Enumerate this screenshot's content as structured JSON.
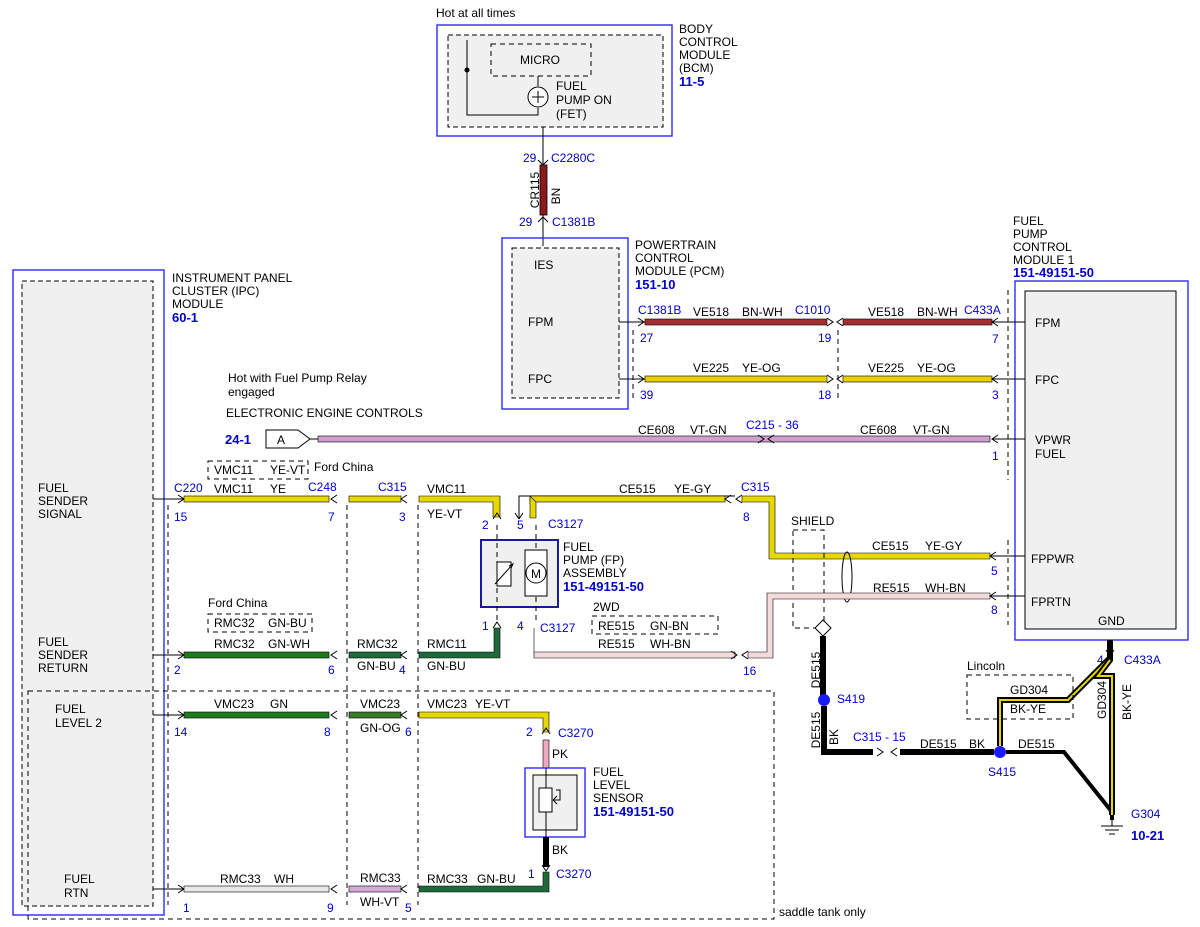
{
  "colors": {
    "BN": "#8b1a1a",
    "BN-WH": "#a03030",
    "YE": "#e6d800",
    "YE-OG": "#e8d000",
    "VT-GN": "#b77bb7",
    "GN": "#1f7a1f",
    "GN-BU": "#1f6a3a",
    "WH": "#d0d0d0",
    "WH-VT": "#d8a8d8",
    "PK": "#f0a8c0",
    "BK": "#000000",
    "BK-YE": "#000000",
    "RE-WH": "#d06060",
    "accent": "#0000cc"
  },
  "top": {
    "hot_label": "Hot at all times"
  },
  "bcm": {
    "title": [
      "BODY",
      "CONTROL",
      "MODULE",
      "(BCM)"
    ],
    "ref": "11-5",
    "micro": "MICRO",
    "fet": [
      "FUEL",
      "PUMP ON",
      "(FET)"
    ]
  },
  "cr115": {
    "top_pin": "29",
    "top_conn": "C2280C",
    "circuit": "CR115",
    "color": "BN",
    "bot_pin": "29",
    "bot_conn": "C1381B"
  },
  "pcm": {
    "title": [
      "POWERTRAIN",
      "CONTROL",
      "MODULE (PCM)"
    ],
    "ref": "151-10",
    "ies": "IES",
    "fpm": "FPM",
    "fpc": "FPC"
  },
  "fpcm": {
    "title": [
      "FUEL",
      "PUMP",
      "CONTROL",
      "MODULE 1"
    ],
    "ref": "151-49151-50",
    "fpm": "FPM",
    "fpc": "FPC",
    "vpwr": [
      "VPWR",
      "FUEL"
    ],
    "fppwr": "FPPWR",
    "fprtn": "FPRTN",
    "gnd": "GND"
  },
  "ipc": {
    "title": [
      "INSTRUMENT PANEL",
      "CLUSTER (IPC)",
      "MODULE"
    ],
    "ref": "60-1",
    "sender_signal": [
      "FUEL",
      "SENDER",
      "SIGNAL"
    ],
    "sender_return": [
      "FUEL",
      "SENDER",
      "RETURN"
    ],
    "level2": [
      "FUEL",
      "LEVEL 2"
    ],
    "rtn": [
      "FUEL",
      "RTN"
    ]
  },
  "wires": {
    "fpm_left": {
      "conn": "C1381B",
      "pin": "27",
      "circuit": "VE518",
      "color": "BN-WH"
    },
    "fpm_mid": {
      "conn": "C1010",
      "pin": "19"
    },
    "fpm_right": {
      "circuit": "VE518",
      "color": "BN-WH",
      "conn": "C433A",
      "pin": "7"
    },
    "fpc_left": {
      "pin": "39",
      "circuit": "VE225",
      "color": "YE-OG"
    },
    "fpc_mid": {
      "pin": "18"
    },
    "fpc_right": {
      "circuit": "VE225",
      "color": "YE-OG",
      "pin": "3"
    },
    "vpwr": {
      "hot_label": [
        "Hot with Fuel Pump Relay",
        "engaged"
      ],
      "section": "ELECTRONIC ENGINE CONTROLS",
      "ref": "24-1",
      "arrow": "A",
      "circuit1": "CE608",
      "color1": "VT-GN",
      "conn": "C215 - 36",
      "circuit2": "CE608",
      "color2": "VT-GN",
      "pin": "1"
    },
    "vmc11": {
      "alt_circuit": "VMC11",
      "alt_color": "YE-VT",
      "ford_china": "Ford China",
      "c220": "C220",
      "pin15": "15",
      "circuit": "VMC11",
      "color": "YE",
      "c248": "C248",
      "pin7": "7",
      "c315": "C315",
      "pin3": "3",
      "circuit2": "VMC11",
      "color2": "YE-VT"
    },
    "ce515_top": {
      "circuit": "CE515",
      "color": "YE-GY",
      "conn": "C315",
      "pin": "8"
    },
    "ce515_right": {
      "circuit": "CE515",
      "color": "YE-GY",
      "pin": "5"
    },
    "shield": "SHIELD",
    "re515_right": {
      "circuit": "RE515",
      "color": "WH-BN",
      "pin": "8"
    },
    "re515_2wd": {
      "label": "2WD",
      "alt_circuit": "RE515",
      "alt_color": "GN-BN",
      "circuit": "RE515",
      "color": "WH-BN",
      "pin": "16"
    },
    "fp_pins": {
      "p2": "2",
      "p5": "5",
      "conn_top": "C3127",
      "p1": "1",
      "p4": "4",
      "conn_bot": "C3127"
    },
    "rmc32": {
      "ford_china": "Ford China",
      "alt_circuit": "RMC32",
      "alt_color": "GN-BU",
      "pin2": "2",
      "circuit": "RMC32",
      "color": "GN-WH",
      "pin6": "6",
      "circuit2": "RMC32",
      "color2": "GN-BU",
      "pin4": "4",
      "circuit3": "RMC11",
      "color3": "GN-BU"
    },
    "vmc23": {
      "pin14": "14",
      "circuit": "VMC23",
      "color": "GN",
      "pin8": "8",
      "circuit2": "VMC23",
      "color2": "GN-OG",
      "pin6": "6",
      "circuit3": "VMC23",
      "color3": "YE-VT",
      "pin2": "2",
      "conn": "C3270",
      "pk": "PK"
    },
    "rmc33": {
      "pin1": "1",
      "circuit": "RMC33",
      "color": "WH",
      "pin9": "9",
      "circuit2": "RMC33",
      "color2": "WH-VT",
      "pin5": "5",
      "circuit3": "RMC33",
      "color3": "GN-BU",
      "pin1b": "1",
      "conn": "C3270",
      "bk": "BK",
      "saddle": "saddle tank only"
    }
  },
  "fuel_pump": {
    "title": [
      "FUEL",
      "PUMP (FP)",
      "ASSEMBLY"
    ],
    "ref": "151-49151-50",
    "motor": "M"
  },
  "level_sensor": {
    "title": [
      "FUEL",
      "LEVEL",
      "SENSOR"
    ],
    "ref": "151-49151-50"
  },
  "ground": {
    "de515_1": "DE515",
    "s419": "S419",
    "de515_2": "DE515",
    "bk": "BK",
    "conn": "C315 - 15",
    "de515_3": "DE515",
    "bk2": "BK",
    "s415": "S415",
    "de515_4": "DE515",
    "lincoln": "Lincoln",
    "gd304_alt": "GD304",
    "bkye_alt": "BK-YE",
    "pin4": "4",
    "c433a": "C433A",
    "gd304": "GD304",
    "bkye": "BK-YE",
    "g304": "G304",
    "g304_ref": "10-21"
  }
}
